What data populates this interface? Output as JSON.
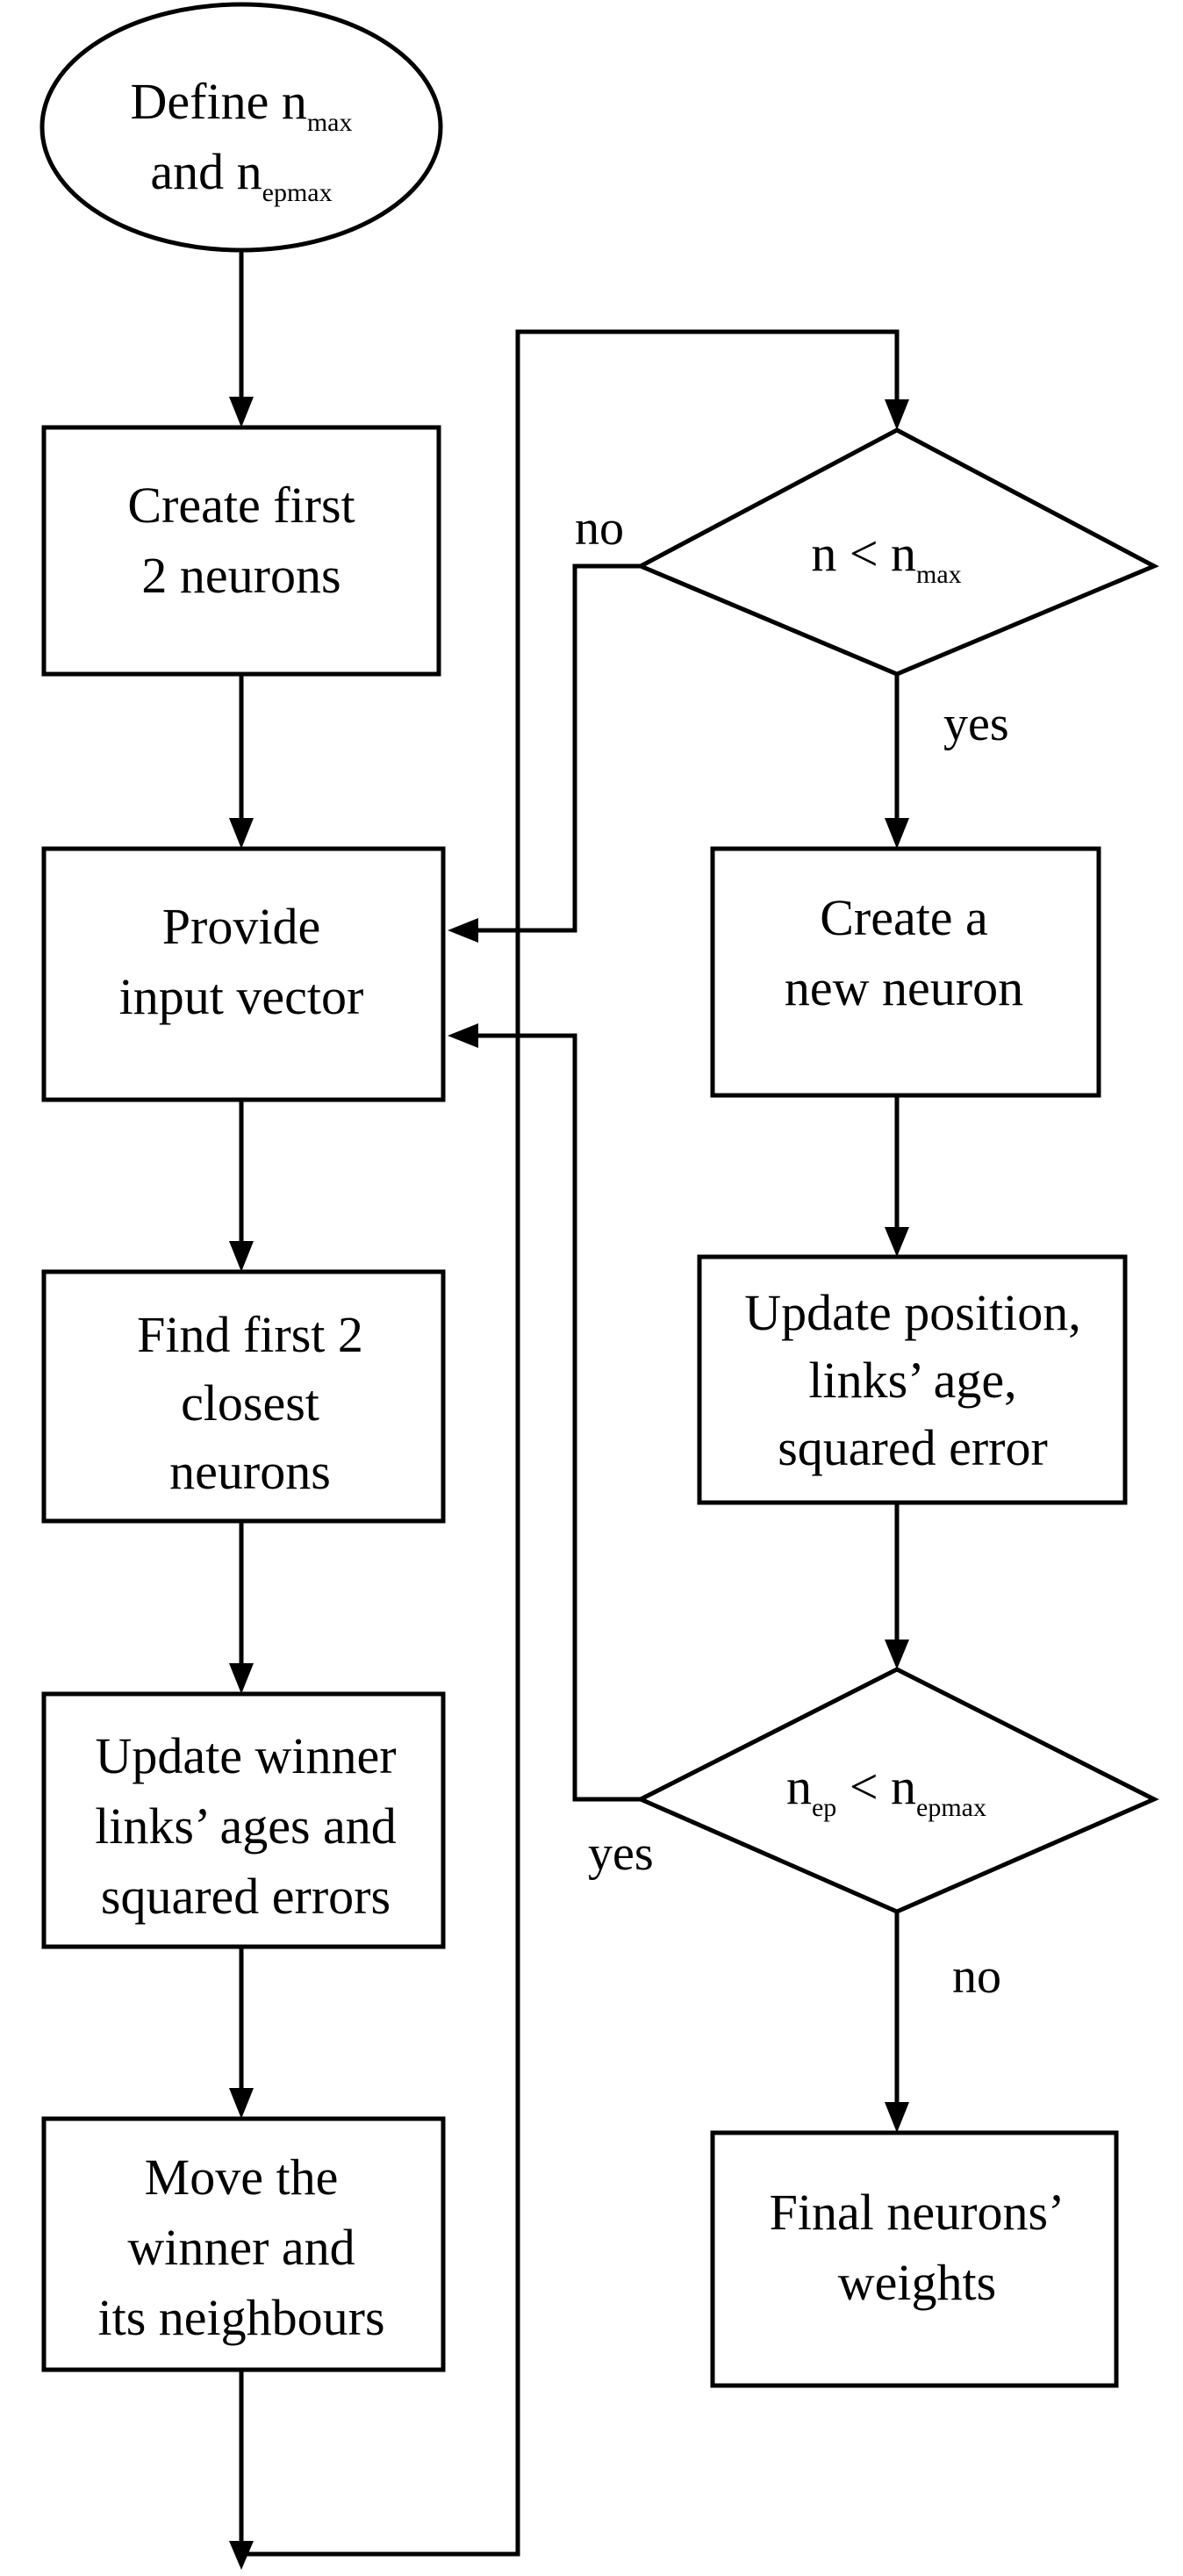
{
  "nodes": {
    "start": {
      "line1": "Define n",
      "line1_sub": "max",
      "line2": "and n",
      "line2_sub": "epmax"
    },
    "create_first": {
      "line1": "Create first",
      "line2": "2 neurons"
    },
    "provide_input": {
      "line1": "Provide",
      "line2": "input vector"
    },
    "find_closest": {
      "line1": "Find first 2",
      "line2": "closest",
      "line3": "neurons"
    },
    "update_winner": {
      "line1": "Update winner",
      "line2": "links’ ages and",
      "line3": "squared errors"
    },
    "move_winner": {
      "line1": "Move the",
      "line2": "winner and",
      "line3": "its neighbours"
    },
    "decision_n": {
      "text": "n <  n",
      "sub": "max"
    },
    "create_new": {
      "line1": "Create a",
      "line2": "new neuron"
    },
    "update_position": {
      "line1": "Update position,",
      "line2": "links’ age,",
      "line3": "squared error"
    },
    "decision_ep": {
      "text1": "n",
      "sub1": "ep",
      "mid": " <  n",
      "sub2": "epmax"
    },
    "final": {
      "line1": "Final neurons’",
      "line2": "weights"
    }
  },
  "labels": {
    "no_top": "no",
    "yes_top": "yes",
    "yes_bottom": "yes",
    "no_bottom": "no"
  }
}
